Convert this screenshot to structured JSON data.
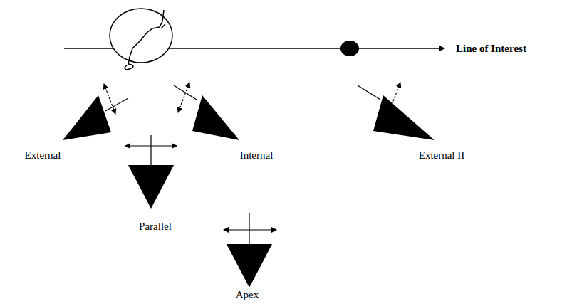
{
  "diagram": {
    "nodes": [
      {
        "text": [
          "External"
        ]
      },
      {
        "text": [
          "Internal"
        ]
      },
      {
        "text": [
          "External II"
        ]
      },
      {
        "text": [
          "Parallel"
        ]
      },
      {
        "text": [
          "Apex"
        ]
      }
    ],
    "labels": [
      "Line of Interest"
    ]
  }
}
